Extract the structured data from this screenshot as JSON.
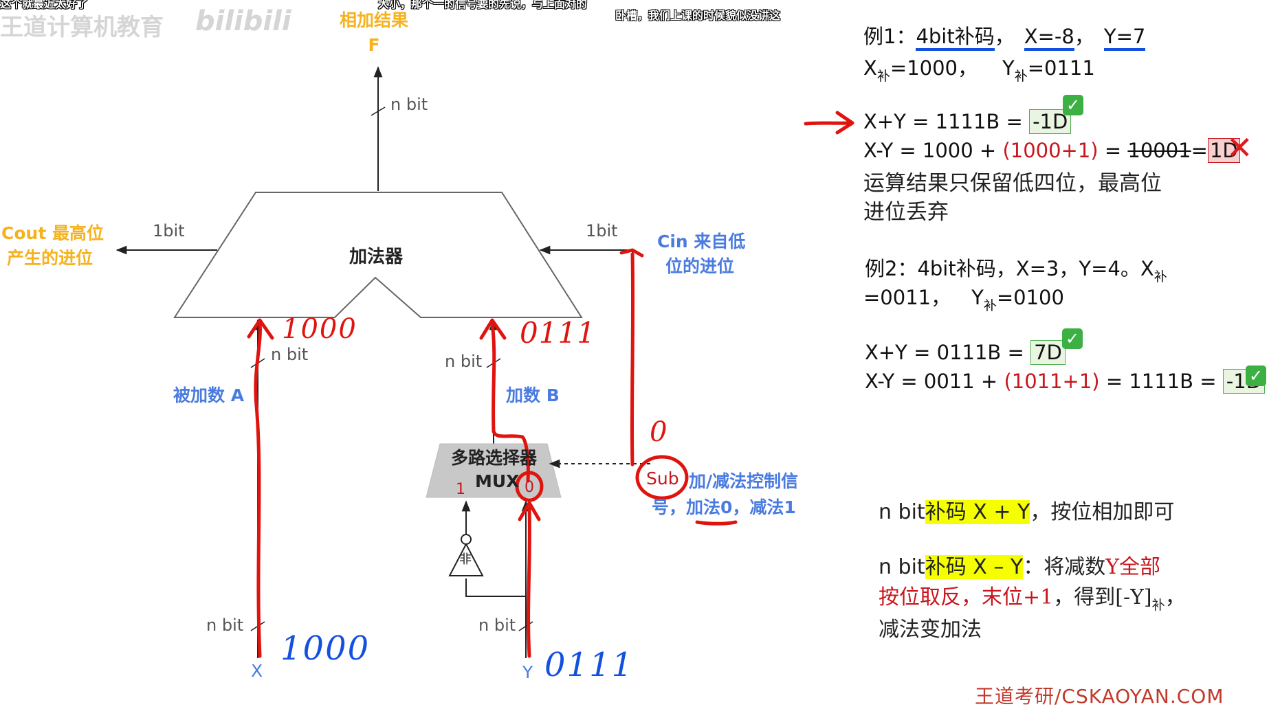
{
  "overlay": {
    "watermark_text": "王道计算机教育",
    "watermark_logo": "bilibili",
    "danmaku_1": "这个就最近太好了",
    "danmaku_2": "大小，那个一的信号要的先说，与上面对的",
    "danmaku_3": "卧槽，我们上课的时候貌似没讲这",
    "footer_brand": "王道考研/CSKAOYAN.COM"
  },
  "diagram": {
    "result_label_line1": "相加结果",
    "result_label_line2": "F",
    "top_nbit": "n bit",
    "adder_label": "加法器",
    "cout_label_line1": "Cout 最高位",
    "cout_label_line2": "产生的进位",
    "cout_bit": "1bit",
    "cin_bit": "1bit",
    "cin_label_line1": "Cin 来自低",
    "cin_label_line2": "位的进位",
    "addend_a_label": "被加数 A",
    "addend_b_label": "加数 B",
    "a_nbit": "n bit",
    "b_nbit": "n bit",
    "x_nbit": "n bit",
    "y_nbit": "n bit",
    "mux_label_line1": "多路选择器",
    "mux_label_line2": "MUX",
    "mux_in1": "1",
    "mux_in0": "0",
    "not_label": "非",
    "sub_label": "Sub",
    "sub_desc_line1": "加/减法控制信",
    "sub_desc_line2": "号，加法0，减法1",
    "x_label": "X",
    "y_label": "Y",
    "colors": {
      "orange": "#F5B21E",
      "blue": "#4A7BE0",
      "red_ink": "#E0140E",
      "hand_blue": "#1450E0",
      "gray_mux": "#C8C8C8"
    }
  },
  "handwriting": {
    "a_input_value": "1000",
    "b_input_value": "0111",
    "x_value": "1000",
    "y_value": "0111",
    "sub_value": "0"
  },
  "notes": {
    "ex1_title": "例1：4bit补码，X=-8，Y=7",
    "ex1_title_a": "例1：",
    "ex1_title_b": "4bit补码",
    "ex1_title_c": "，",
    "ex1_title_d": "X=-8",
    "ex1_title_e": "，",
    "ex1_title_f": "Y=7",
    "ex1_line2_a": "X",
    "ex1_line2_sub": "补",
    "ex1_line2_b": "=1000，",
    "ex1_line2_c": "Y",
    "ex1_line2_d": "=0111",
    "ex1_sum_expr": "X+Y = 1111B = ",
    "ex1_sum_result": "-1D",
    "ex1_diff_expr_a": "X-Y = 1000 + ",
    "ex1_diff_expr_b": "(1000+1)",
    "ex1_diff_expr_c": " = ",
    "ex1_diff_expr_d": "10001",
    "ex1_diff_expr_e": "=",
    "ex1_diff_result": "1D",
    "ex1_note_line1": "运算结果只保留低四位，最高位",
    "ex1_note_line2": "进位丢弃",
    "ex2_line1_a": "例2：4bit补码，X=3，Y=4。X",
    "ex2_line1_sub": "补",
    "ex2_line2_a": "=0011，",
    "ex2_line2_b": "Y",
    "ex2_line2_sub": "补",
    "ex2_line2_c": "=0100",
    "ex2_sum_expr": "X+Y = 0111B = ",
    "ex2_sum_result": "7D",
    "ex2_diff_expr_a": "X-Y = 0011 + ",
    "ex2_diff_expr_b": "(1011+1)",
    "ex2_diff_expr_c": " = 1111B = ",
    "ex2_diff_result": "-1D",
    "rule1_a": "n bit",
    "rule1_b": "补码 X + Y",
    "rule1_c": "，按位相加即可",
    "rule2_a": "n bit",
    "rule2_b": "补码 X – Y",
    "rule2_c": "：将减数",
    "rule2_d": "Y全部",
    "rule2_line2_a": "按位取反，末位+1",
    "rule2_line2_b": "，得到[-Y]",
    "rule2_line2_sub": "补",
    "rule2_line2_c": "，",
    "rule2_line3": "减法变加法"
  },
  "icons": {
    "check": "check-mark-icon",
    "cross": "cross-mark-icon",
    "arrow": "red-arrow-icon"
  }
}
